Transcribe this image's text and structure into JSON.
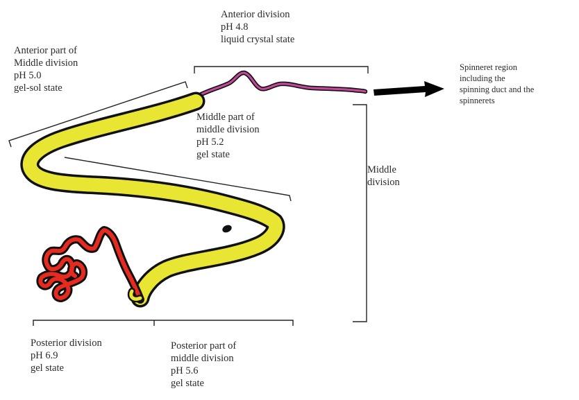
{
  "labels": {
    "anterior_division": [
      "Anterior division",
      "pH 4.8",
      "liquid crystal state"
    ],
    "anterior_middle": [
      "Anterior part of",
      "Middle division",
      "pH 5.0",
      "gel-sol state"
    ],
    "middle_middle": [
      "Middle part of",
      "middle division",
      "pH 5.2",
      "gel state"
    ],
    "middle_division": [
      "Middle",
      "division"
    ],
    "spinneret": [
      "Spinneret region",
      "including the",
      "spinning duct and the",
      "spinnerets"
    ],
    "posterior_division": [
      "Posterior division",
      "pH 6.9",
      "gel state"
    ],
    "posterior_middle": [
      "Posterior part of",
      "middle division",
      "pH 5.6",
      "gel state"
    ]
  },
  "colors": {
    "yellow_tube": "#e8e632",
    "red_tube": "#e52a1f",
    "pink_duct": "#c2489a",
    "outline": "#111111",
    "bracket": "#222222",
    "arrow": "#000000"
  }
}
